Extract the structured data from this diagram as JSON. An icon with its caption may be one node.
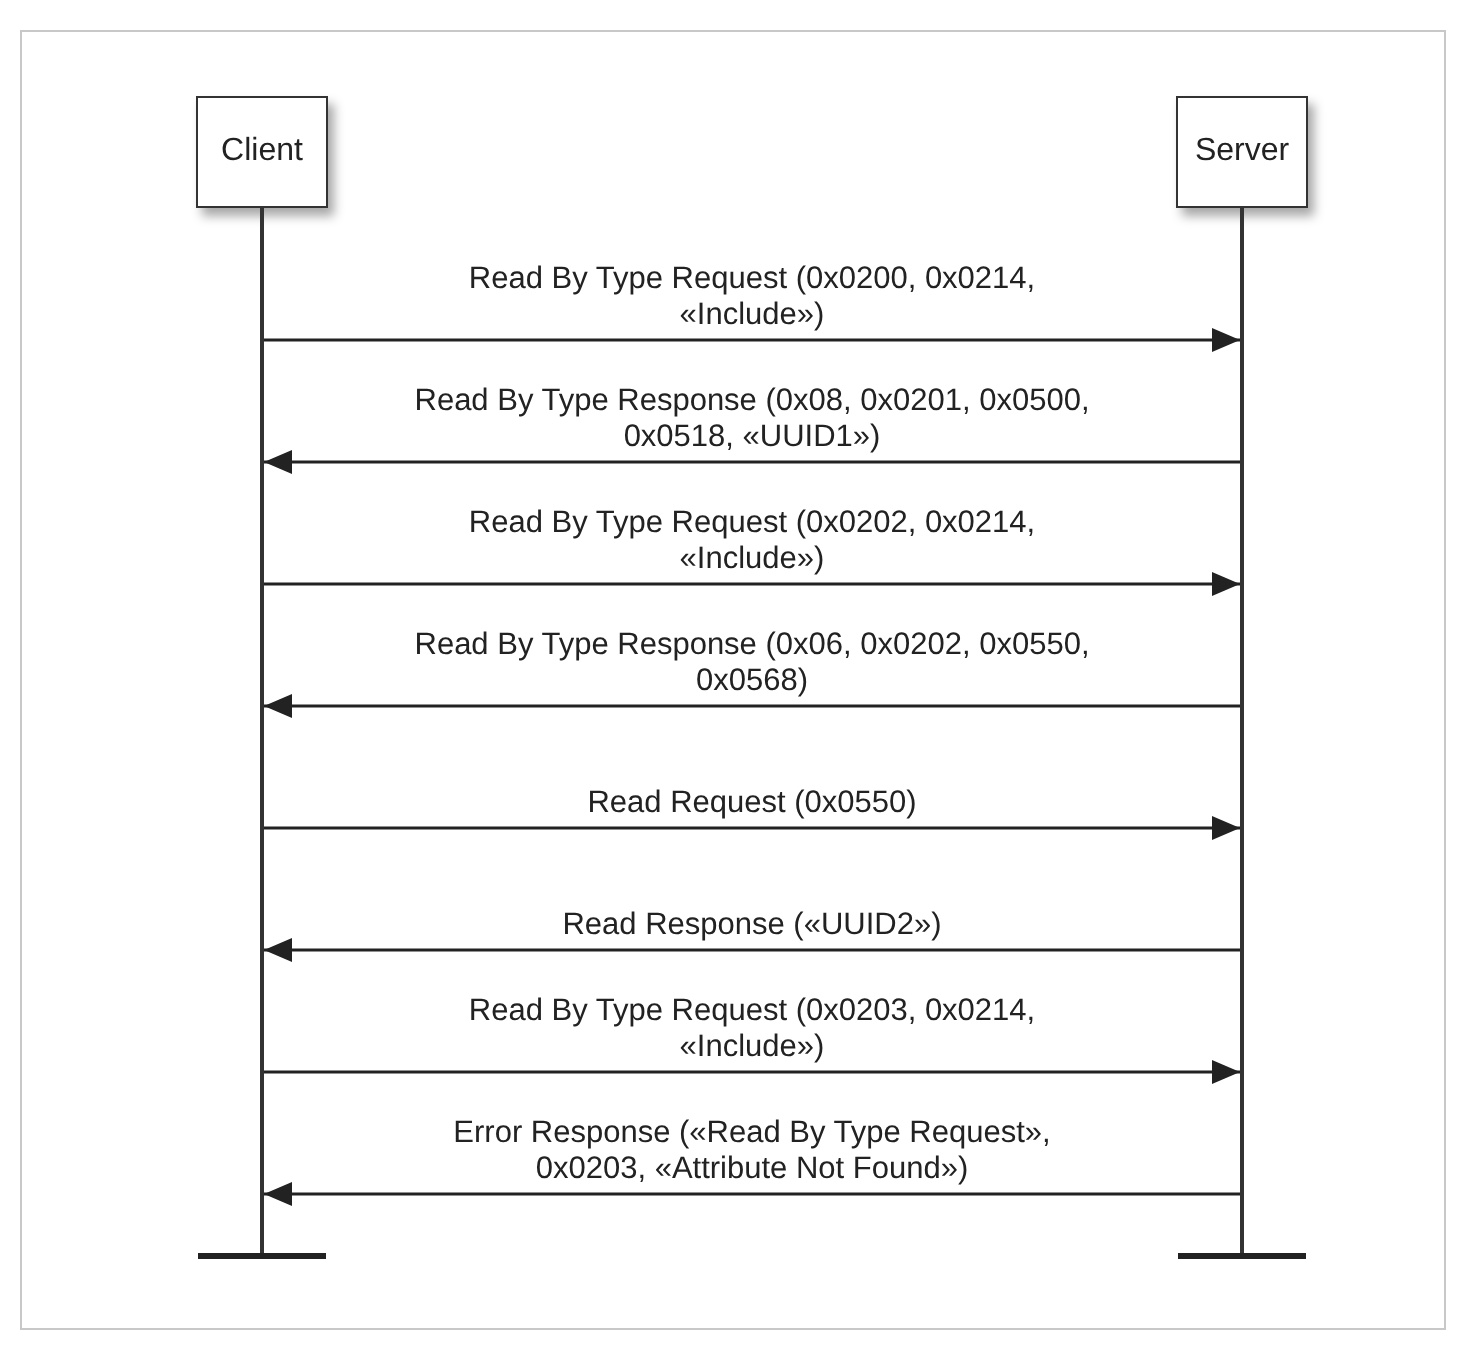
{
  "diagram": {
    "nodes": [
      {
        "text": [
          "Client"
        ]
      },
      {
        "text": [
          "Server"
        ]
      },
      {
        "text": [],
        "shape": "line"
      },
      {
        "text": [],
        "shape": "line"
      }
    ],
    "edges": [
      {
        "from": 2,
        "to": 3,
        "arrow": "to",
        "label": "Read By Type Request (0x0200, 0x0214, «Include»)"
      },
      {
        "from": 3,
        "to": 2,
        "arrow": "to",
        "label": "Read By Type Response (0x08, 0x0201, 0x0500, 0x0518, «UUID1»)"
      },
      {
        "from": 2,
        "to": 3,
        "arrow": "to",
        "label": "Read By Type Request (0x0202, 0x0214, «Include»)"
      },
      {
        "from": 3,
        "to": 2,
        "arrow": "to",
        "label": "Read By Type Response (0x06, 0x0202, 0x0550, 0x0568)"
      },
      {
        "from": 2,
        "to": 3,
        "arrow": "to",
        "label": "Read Request (0x0550)"
      },
      {
        "from": 3,
        "to": 2,
        "arrow": "to",
        "label": "Read Response («UUID2»)"
      },
      {
        "from": 2,
        "to": 3,
        "arrow": "to",
        "label": "Read By Type Request (0x0203, 0x0214, «Include»)"
      },
      {
        "from": 3,
        "to": 2,
        "arrow": "to",
        "label": "Error Response («Read By Type Request», 0x0203, «Attribute Not Found»)"
      }
    ]
  }
}
